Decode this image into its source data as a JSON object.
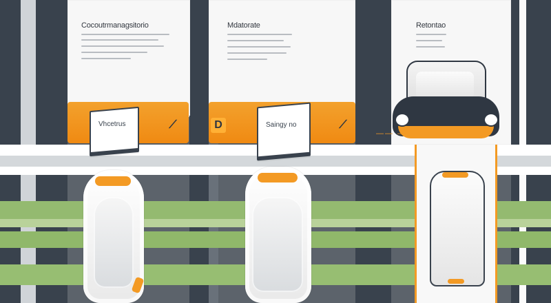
{
  "panels": [
    {
      "title": "Cocoutrmanagsitorio",
      "ticket_label": "Vhcetrus",
      "icon": "wrench-icon",
      "icon_glyph": "⟋"
    },
    {
      "title": "Mdatorate",
      "ticket_label": "Saingy no",
      "icon": "d-icon",
      "icon_glyph": "D",
      "secondary_icon": "arrow-icon",
      "secondary_glyph": "⟋"
    },
    {
      "title": "Retontao"
    }
  ],
  "colors": {
    "orange": "#f39a24",
    "dark": "#39424d",
    "green": "#8fb56a",
    "light": "#f7f7f7"
  }
}
